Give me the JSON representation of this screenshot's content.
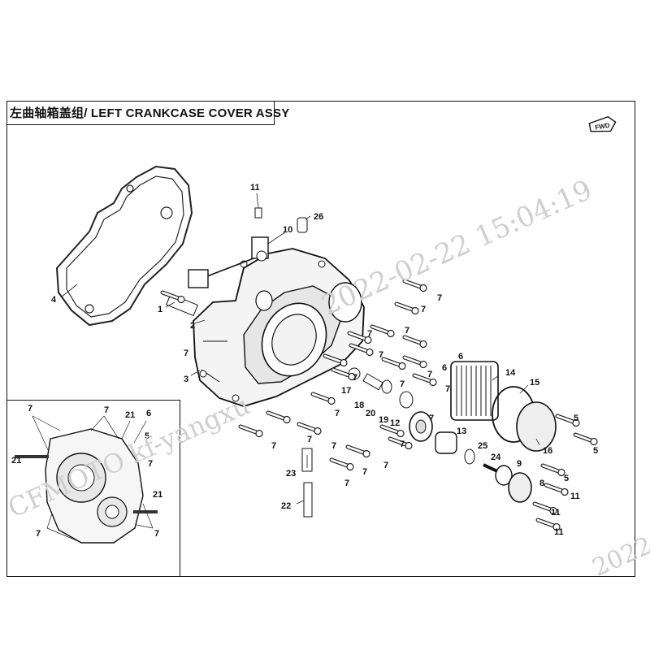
{
  "title": "左曲轴箱盖组/ LEFT CRANKCASE COVER  ASSY",
  "fwd_label": "FWD",
  "watermark": {
    "timestamp": "2022-02-22  15:04:19",
    "user": "CFMOTO  kf-yangxu",
    "corner": "2022"
  },
  "callouts": {
    "c1": "1",
    "c2": "2",
    "c3": "3",
    "c4": "4",
    "c5a": "5",
    "c5b": "5",
    "c5c": "5",
    "c6a": "6",
    "c6b": "6",
    "c7a": "7",
    "c7b": "7",
    "c7c": "7",
    "c7d": "7",
    "c7e": "7",
    "c7f": "7",
    "c7g": "7",
    "c7h": "7",
    "c7i": "7",
    "c7j": "7",
    "c7k": "7",
    "c7l": "7",
    "c7m": "7",
    "c7n": "7",
    "c7o": "7",
    "c7p": "7",
    "c7q": "7",
    "c7r": "7",
    "c7s": "7",
    "c8": "8",
    "c9": "9",
    "c10": "10",
    "c11a": "11",
    "c11b": "11",
    "c11c": "11",
    "c11d": "11",
    "c12": "12",
    "c13": "13",
    "c14": "14",
    "c15": "15",
    "c16": "16",
    "c17": "17",
    "c18": "18",
    "c19": "19",
    "c20": "20",
    "c22": "22",
    "c23": "23",
    "c24": "24",
    "c25": "25",
    "c26": "26"
  },
  "inset_callouts": {
    "i7a": "7",
    "i7b": "7",
    "i7c": "7",
    "i7d": "7",
    "i7e": "7",
    "i21a": "21",
    "i21b": "21",
    "i21c": "21",
    "i6": "6",
    "i5": "5"
  }
}
